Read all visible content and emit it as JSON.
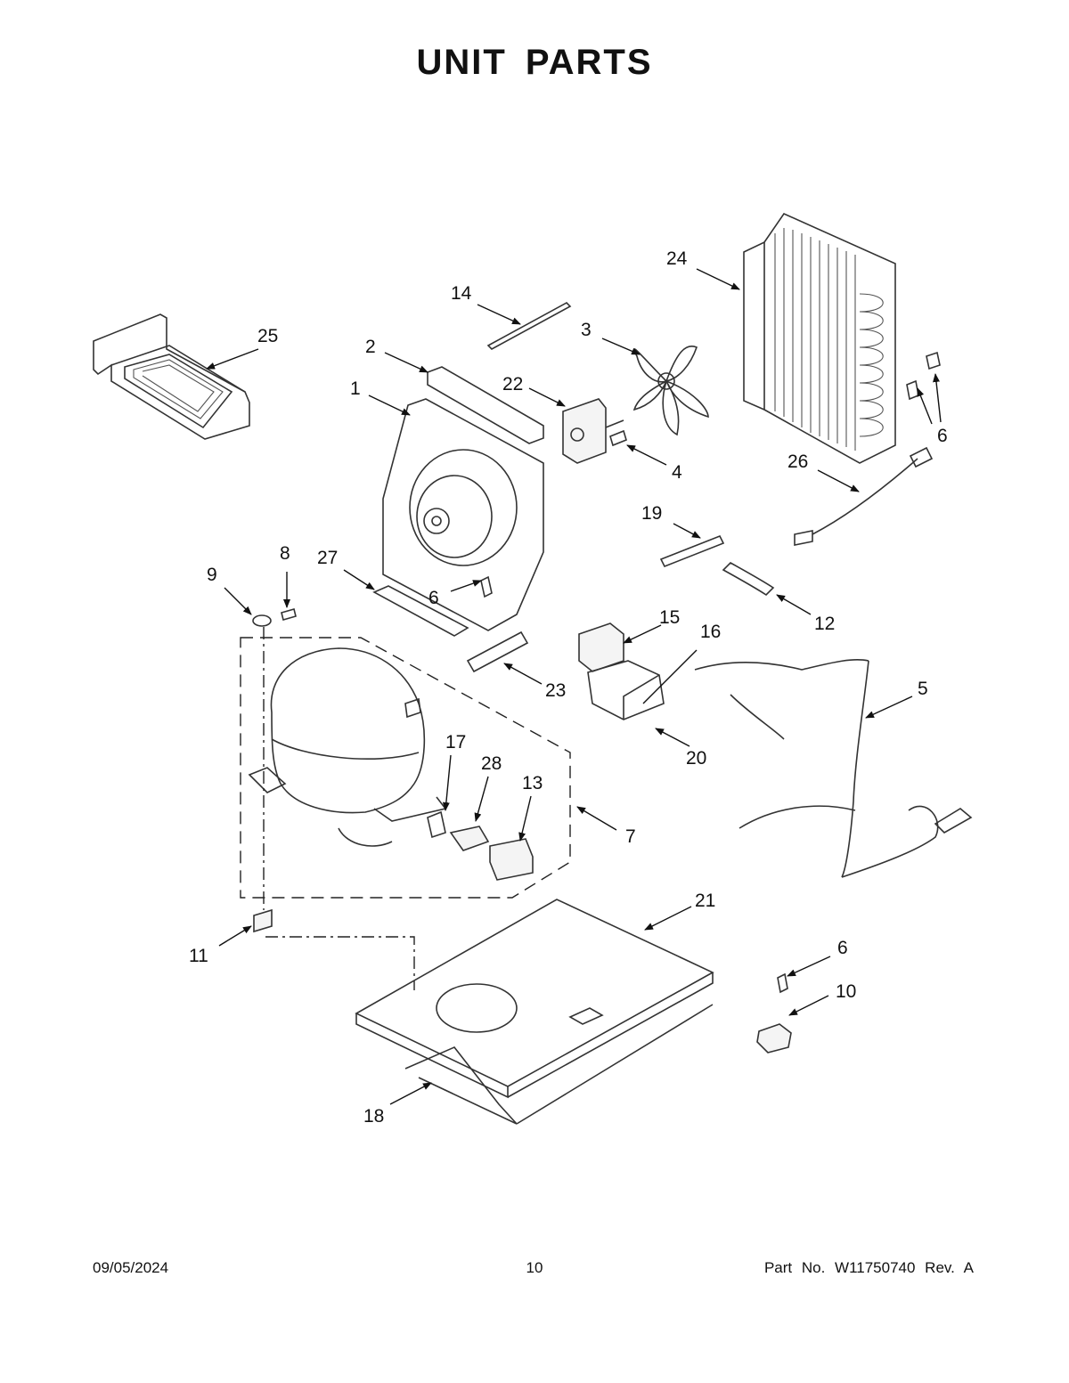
{
  "title": "UNIT PARTS",
  "callouts": {
    "c1": "1",
    "c2": "2",
    "c3": "3",
    "c4": "4",
    "c5": "5",
    "c6a": "6",
    "c6b": "6",
    "c6c": "6",
    "c7": "7",
    "c8": "8",
    "c9": "9",
    "c10": "10",
    "c11": "11",
    "c12": "12",
    "c13": "13",
    "c14": "14",
    "c15": "15",
    "c16": "16",
    "c17": "17",
    "c18": "18",
    "c19": "19",
    "c20": "20",
    "c21": "21",
    "c22": "22",
    "c23": "23",
    "c24": "24",
    "c25": "25",
    "c26": "26",
    "c27": "27",
    "c28": "28"
  },
  "footer": {
    "date": "09/05/2024",
    "page": "10",
    "part_no": "Part No.  W11750740  Rev.  A"
  }
}
